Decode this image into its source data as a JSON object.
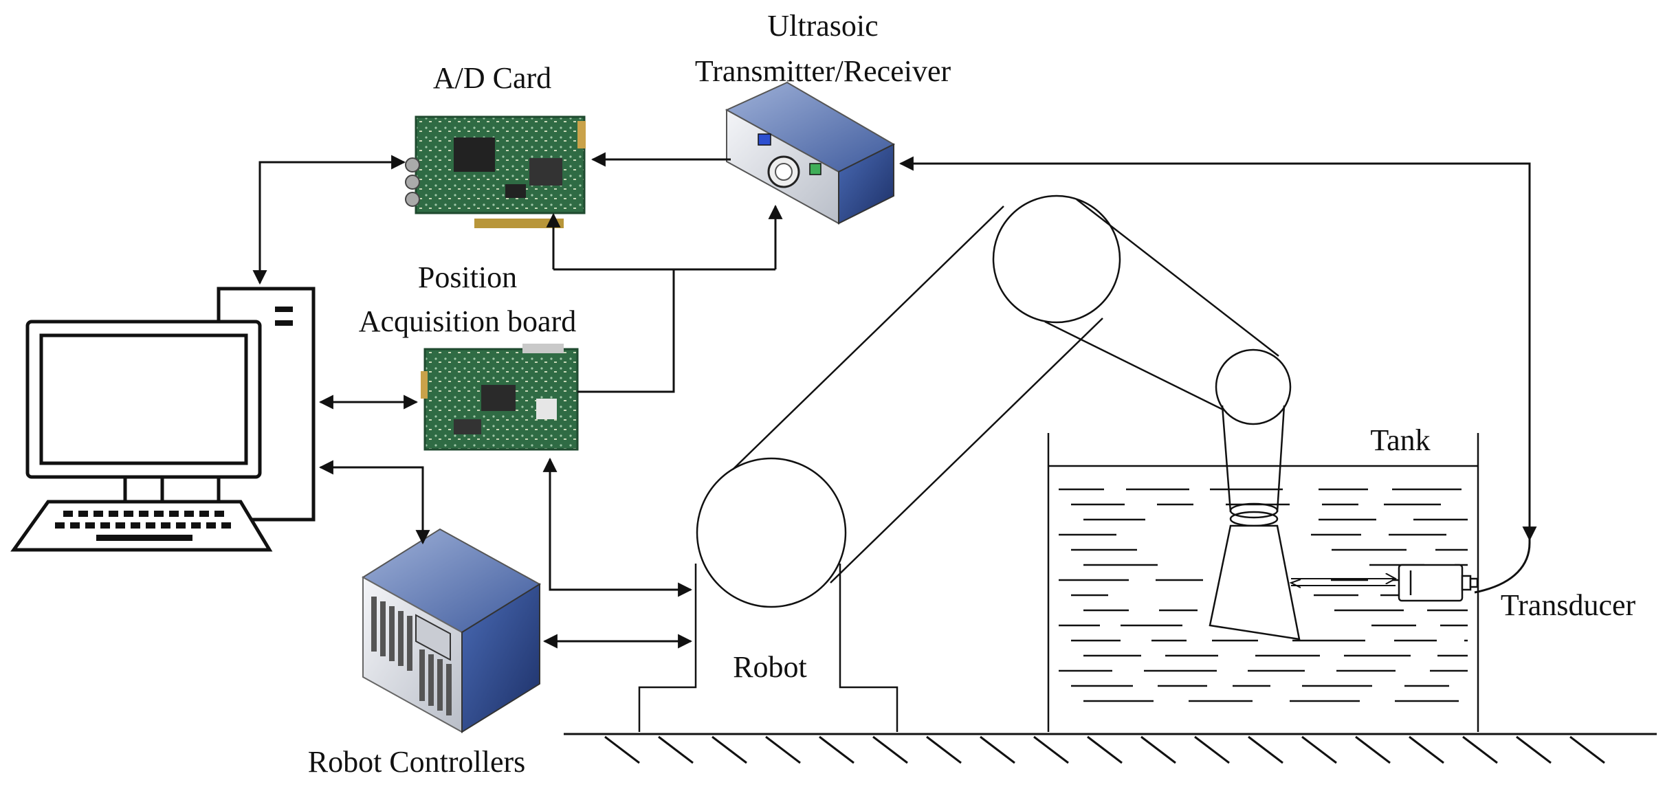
{
  "labels": {
    "ad_card": "A/D Card",
    "ultrasonic_line1": "Ultrasoic",
    "ultrasonic_line2": "Transmitter/Receiver",
    "position_line1": "Position",
    "position_line2": "Acquisition board",
    "robot": "Robot",
    "tank": "Tank",
    "transducer": "Transducer",
    "robot_controllers": "Robot Controllers"
  },
  "colors": {
    "line": "#111111",
    "pcb_green": "#2f6b44",
    "pcb_dark": "#1f4a2f",
    "box_blue": "#2b4a8f",
    "box_light": "#dfe3ea"
  },
  "icons": {
    "computer": "desktop-computer-icon",
    "ad_card": "circuit-board-icon",
    "position_board": "circuit-board-icon",
    "ultrasonic_unit": "ultrasonic-device-icon",
    "robot_controller": "server-cabinet-icon"
  }
}
